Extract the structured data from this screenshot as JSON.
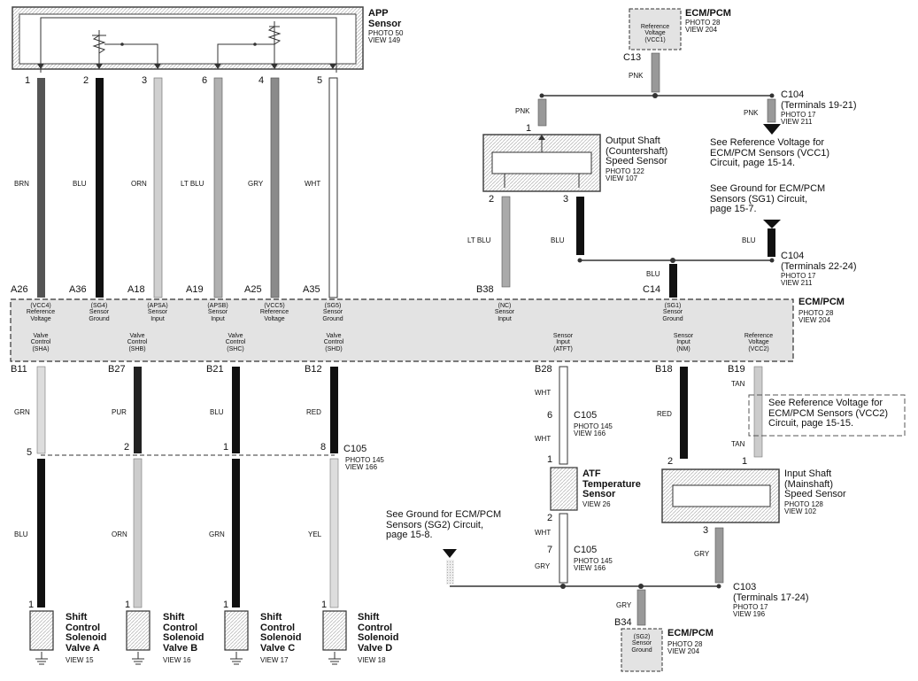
{
  "app_sensor": {
    "name": "APP",
    "name2": "Sensor",
    "photo": "PHOTO 50",
    "view": "VIEW 149"
  },
  "app_pins": [
    "1",
    "2",
    "3",
    "6",
    "4",
    "5"
  ],
  "app_colors": [
    "BRN",
    "BLU",
    "ORN",
    "LT BLU",
    "GRY",
    "WHT"
  ],
  "ecm_a_conn": [
    "A26",
    "A36",
    "A18",
    "A19",
    "A25",
    "A35"
  ],
  "ecm_a_labels": [
    [
      "(VCC4)",
      "Reference",
      "Voltage"
    ],
    [
      "(SG4)",
      "Sensor",
      "Ground"
    ],
    [
      "(APSA)",
      "Sensor",
      "Input"
    ],
    [
      "(APSB)",
      "Sensor",
      "Input"
    ],
    [
      "(VCC5)",
      "Reference",
      "Voltage"
    ],
    [
      "(SG5)",
      "Sensor",
      "Ground"
    ]
  ],
  "ecm_main": {
    "name": "ECM/PCM",
    "photo": "PHOTO 28",
    "view": "VIEW 204"
  },
  "ecm_top": {
    "name": "ECM/PCM",
    "photo": "PHOTO 28",
    "view": "VIEW 204",
    "box1": "Reference",
    "box2": "Voltage",
    "box3": "(VCC1)",
    "conn": "C13"
  },
  "pnk": "PNK",
  "c104a": {
    "name": "C104",
    "sub": "(Terminals 19-21)",
    "photo": "PHOTO 17",
    "view": "VIEW 211"
  },
  "c104b": {
    "name": "C104",
    "sub": "(Terminals 22-24)",
    "photo": "PHOTO 17",
    "view": "VIEW 211"
  },
  "see_vcc1": [
    "See Reference Voltage for",
    "ECM/PCM Sensors (VCC1)",
    "Circuit, page 15-14."
  ],
  "see_sg1": [
    "See Ground for ECM/PCM",
    "Sensors (SG1) Circuit,",
    "page 15-7."
  ],
  "see_vcc2": [
    "See Reference Voltage for",
    "ECM/PCM Sensors (VCC2)",
    "Circuit, page 15-15."
  ],
  "see_sg2": [
    "See Ground for ECM/PCM",
    "Sensors (SG2) Circuit,",
    "page 15-8."
  ],
  "output_shaft": {
    "l1": "Output Shaft",
    "l2": "(Countershaft)",
    "l3": "Speed Sensor",
    "photo": "PHOTO 122",
    "view": "VIEW 107",
    "pin1": "1",
    "pin2": "2",
    "pin3": "3"
  },
  "lt_blu": "LT BLU",
  "blu": "BLU",
  "b38": {
    "conn": "B38",
    "l1": "(NC)",
    "l2": "Sensor",
    "l3": "Input"
  },
  "c14": {
    "conn": "C14",
    "l1": "(SG1)",
    "l2": "Sensor",
    "l3": "Ground"
  },
  "ecm_b_conn": [
    "B11",
    "B27",
    "B21",
    "B12"
  ],
  "ecm_b_labels": [
    [
      "Valve",
      "Control",
      "(SHA)"
    ],
    [
      "Valve",
      "Control",
      "(SHB)"
    ],
    [
      "Valve",
      "Control",
      "(SHC)"
    ],
    [
      "Valve",
      "Control",
      "(SHD)"
    ]
  ],
  "b_right": [
    {
      "conn": "B28",
      "l1": "Sensor",
      "l2": "Input",
      "l3": "(ATFT)"
    },
    {
      "conn": "B18",
      "l1": "Sensor",
      "l2": "Input",
      "l3": "(NM)"
    },
    {
      "conn": "B19",
      "l1": "Reference",
      "l2": "Voltage",
      "l3": "(VCC2)"
    }
  ],
  "upper_colors": [
    "GRN",
    "PUR",
    "BLU",
    "RED"
  ],
  "c105_pins": [
    "5",
    "2",
    "1",
    "8"
  ],
  "c105": {
    "name": "C105",
    "photo": "PHOTO 145",
    "view": "VIEW 166"
  },
  "lower_colors": [
    "BLU",
    "ORN",
    "GRN",
    "YEL"
  ],
  "solenoid_pin": "1",
  "solenoids": [
    {
      "l1": "Shift",
      "l2": "Control",
      "l3": "Solenoid",
      "l4": "Valve A",
      "view": "VIEW 15"
    },
    {
      "l1": "Shift",
      "l2": "Control",
      "l3": "Solenoid",
      "l4": "Valve B",
      "view": "VIEW 16"
    },
    {
      "l1": "Shift",
      "l2": "Control",
      "l3": "Solenoid",
      "l4": "Valve C",
      "view": "VIEW 17"
    },
    {
      "l1": "Shift",
      "l2": "Control",
      "l3": "Solenoid",
      "l4": "Valve D",
      "view": "VIEW 18"
    }
  ],
  "wht": "WHT",
  "gry": "GRY",
  "red": "RED",
  "tan": "TAN",
  "atf": {
    "l1": "ATF",
    "l2": "Temperature",
    "l3": "Sensor",
    "view": "VIEW 26",
    "pin1": "1",
    "pin2": "2",
    "c105_top_pin": "6",
    "c105_bot_pin": "7"
  },
  "input_shaft": {
    "l1": "Input Shaft",
    "l2": "(Mainshaft)",
    "l3": "Speed Sensor",
    "photo": "PHOTO 128",
    "view": "VIEW 102",
    "pin1": "1",
    "pin2": "2",
    "pin3": "3"
  },
  "c103": {
    "name": "C103",
    "sub": "(Terminals 17-24)",
    "photo": "PHOTO 17",
    "view": "VIEW 196"
  },
  "ecm_bottom": {
    "name": "ECM/PCM",
    "photo": "PHOTO 28",
    "view": "VIEW 204",
    "conn": "B34",
    "box1": "(SG2)",
    "box2": "Sensor",
    "box3": "Ground"
  }
}
